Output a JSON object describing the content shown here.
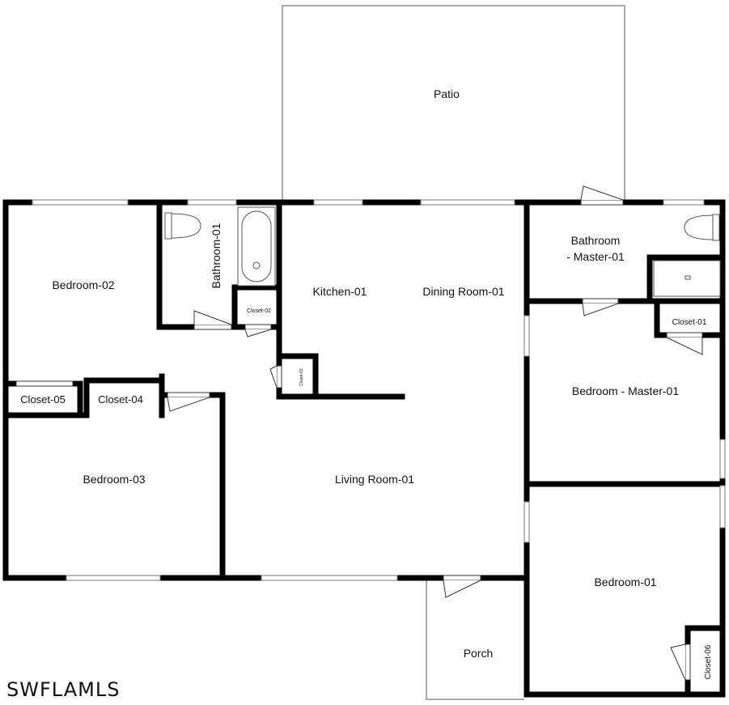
{
  "rooms": {
    "patio": "Patio",
    "bathroom_01": "Bathroom-01",
    "bedroom_02": "Bedroom-02",
    "closet_02": "Closet-02",
    "kitchen_01": "Kitchen-01",
    "dining_room_01": "Dining Room-01",
    "bathroom_master_line1": "Bathroom",
    "bathroom_master_line2": "- Master-01",
    "closet_01": "Closet-01",
    "closet_03": "Closet-03",
    "closet_05": "Closet-05",
    "closet_04": "Closet-04",
    "bedroom_master_01": "Bedroom - Master-01",
    "bedroom_03": "Bedroom-03",
    "living_room_01": "Living Room-01",
    "bedroom_01": "Bedroom-01",
    "porch": "Porch",
    "closet_06": "Closet-06"
  },
  "watermark": "SWFLAMLS",
  "colors": {
    "wall": "#000000",
    "thin_line": "#555555",
    "background": "#ffffff"
  }
}
